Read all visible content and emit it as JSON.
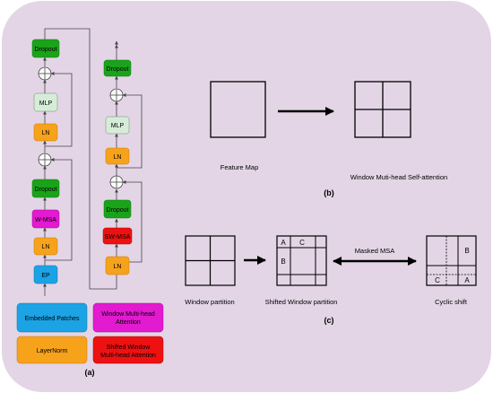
{
  "panel_a": {
    "col1": {
      "dropout_top": "Dropout",
      "mlp": "MLP",
      "ln_mid": "LN",
      "dropout_mid": "Dropout",
      "wmsa": "W-MSA",
      "ln_bottom": "LN",
      "ep": "EP"
    },
    "col2": {
      "dropout_top": "Dropout",
      "mlp": "MLP",
      "ln_mid": "LN",
      "dropout_mid": "Dropout",
      "swmsa": "SW-MSA",
      "ln_bottom": "LN"
    },
    "legend": {
      "embedded_patches": "Embedded Patches",
      "window_msa_line1": "Window Multi-head",
      "window_msa_line2": "Attention",
      "layernorm": "LayerNorm",
      "shifted_msa_line1": "Shifted Window",
      "shifted_msa_line2": "Multi-head Attention"
    },
    "label": "(a)"
  },
  "panel_b": {
    "feature_map": "Feature Map",
    "window_attention": "Window Muti-head Self-attention",
    "label": "(b)"
  },
  "panel_c": {
    "window_partition": "Window partition",
    "shifted_window_partition": "Shifted Window partition",
    "masked_msa": "Masked MSA",
    "cyclic_shift": "Cyclic shift",
    "shifted_letters": {
      "a": "A",
      "b": "B",
      "c": "C"
    },
    "cyclic_letters": {
      "a": "A",
      "b": "B",
      "c": "C"
    },
    "label": "(c)"
  },
  "colors": {
    "background": "#e3d5e6",
    "dropout": "#1aa31a",
    "mlp": "#d6ecd9",
    "ln": "#f7a21b",
    "wmsa": "#e21ad0",
    "swmsa": "#ee1111",
    "ep": "#1ba3e6"
  }
}
